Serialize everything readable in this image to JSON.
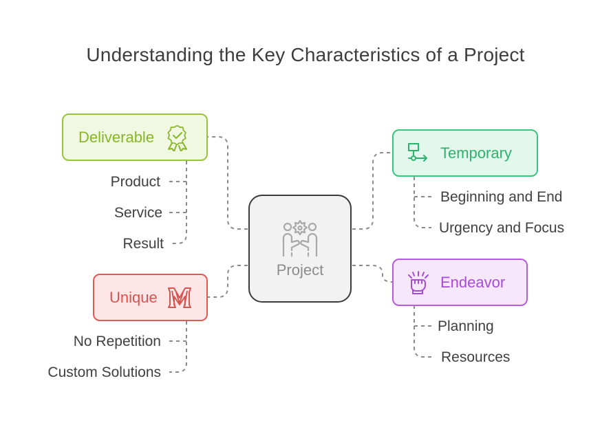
{
  "title": "Understanding the Key Characteristics of a Project",
  "center": {
    "label": "Project",
    "icon": "teamwork-icon"
  },
  "branches": {
    "deliverable": {
      "label": "Deliverable",
      "icon": "award-badge-icon",
      "border": "#97c43c",
      "fill": "#f1f8e1",
      "text": "#86b52c",
      "items": [
        "Product",
        "Service",
        "Result"
      ]
    },
    "unique": {
      "label": "Unique",
      "icon": "letter-m-icon",
      "border": "#e05a55",
      "fill": "#fde6e5",
      "text": "#d9534f",
      "items": [
        "No Repetition",
        "Custom Solutions"
      ]
    },
    "temporary": {
      "label": "Temporary",
      "icon": "flowchart-icon",
      "border": "#3cc47e",
      "fill": "#e3f8ec",
      "text": "#2fb16e",
      "items": [
        "Beginning and End",
        "Urgency and Focus"
      ]
    },
    "endeavor": {
      "label": "Endeavor",
      "icon": "raised-fist-icon",
      "border": "#b55be0",
      "fill": "#f6e7fc",
      "text": "#a64bd4",
      "items": [
        "Planning",
        "Resources"
      ]
    }
  }
}
